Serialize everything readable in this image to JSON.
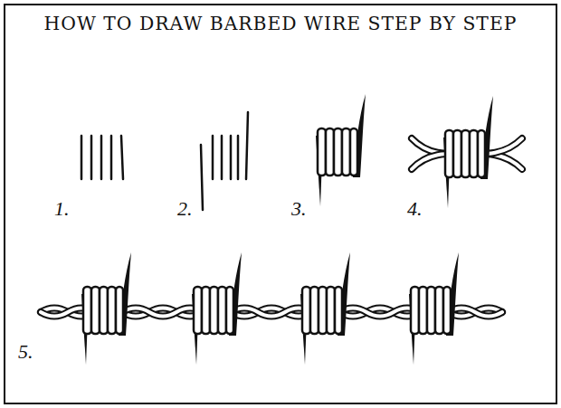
{
  "diagram": {
    "title": "HOW TO DRAW BARBED WIRE STEP BY STEP",
    "labels": [
      "1.",
      "2.",
      "3.",
      "4.",
      "5."
    ]
  }
}
